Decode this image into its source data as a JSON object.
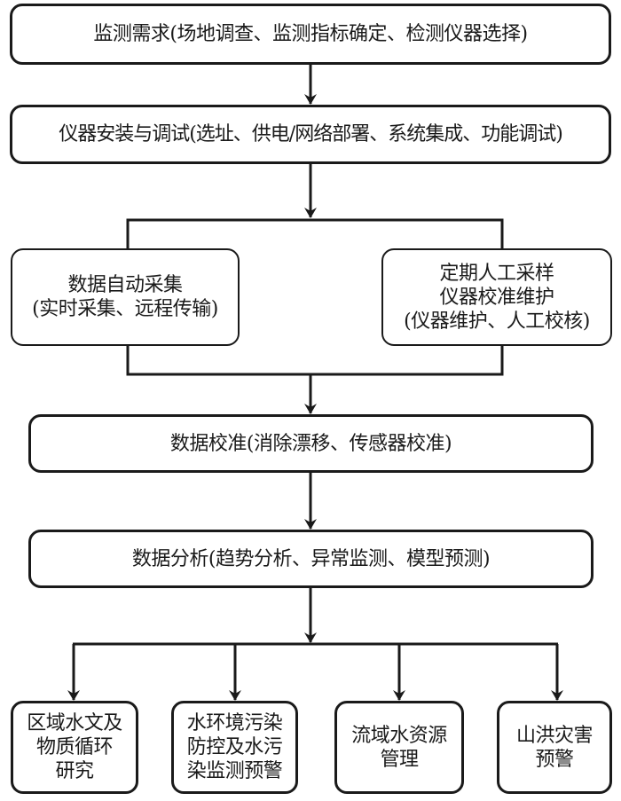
{
  "diagram": {
    "type": "flowchart",
    "nodes": {
      "requirement": {
        "lines": [
          "监测需求(场地调查、监测指标确定、检测仪器选择)"
        ]
      },
      "installation": {
        "lines": [
          "仪器安装与调试(选址、供电/网络部署、系统集成、功能调试)"
        ]
      },
      "auto_collection": {
        "lines": [
          "数据自动采集",
          "(实时采集、远程传输)"
        ]
      },
      "manual_sampling": {
        "lines": [
          "定期人工采样",
          "仪器校准维护",
          "(仪器维护、人工校核)"
        ]
      },
      "calibration": {
        "lines": [
          "数据校准(消除漂移、传感器校准)"
        ]
      },
      "analysis": {
        "lines": [
          "数据分析(趋势分析、异常监测、模型预测)"
        ]
      },
      "app_hydrology": {
        "lines": [
          "区域水文及",
          "物质循环",
          "研究"
        ]
      },
      "app_pollution": {
        "lines": [
          "水环境污染",
          "防控及水污",
          "染监测预警"
        ]
      },
      "app_water_resources": {
        "lines": [
          "流域水资源",
          "管理"
        ]
      },
      "app_flood": {
        "lines": [
          "山洪灾害",
          "预警"
        ]
      }
    },
    "edges": [
      [
        "requirement",
        "installation"
      ],
      [
        "installation",
        "auto_collection"
      ],
      [
        "installation",
        "manual_sampling"
      ],
      [
        "auto_collection",
        "calibration"
      ],
      [
        "manual_sampling",
        "calibration"
      ],
      [
        "calibration",
        "analysis"
      ],
      [
        "analysis",
        "app_hydrology"
      ],
      [
        "analysis",
        "app_pollution"
      ],
      [
        "analysis",
        "app_water_resources"
      ],
      [
        "analysis",
        "app_flood"
      ]
    ],
    "colors": {
      "stroke": "#1a1a1a",
      "fill": "#ffffff"
    }
  }
}
